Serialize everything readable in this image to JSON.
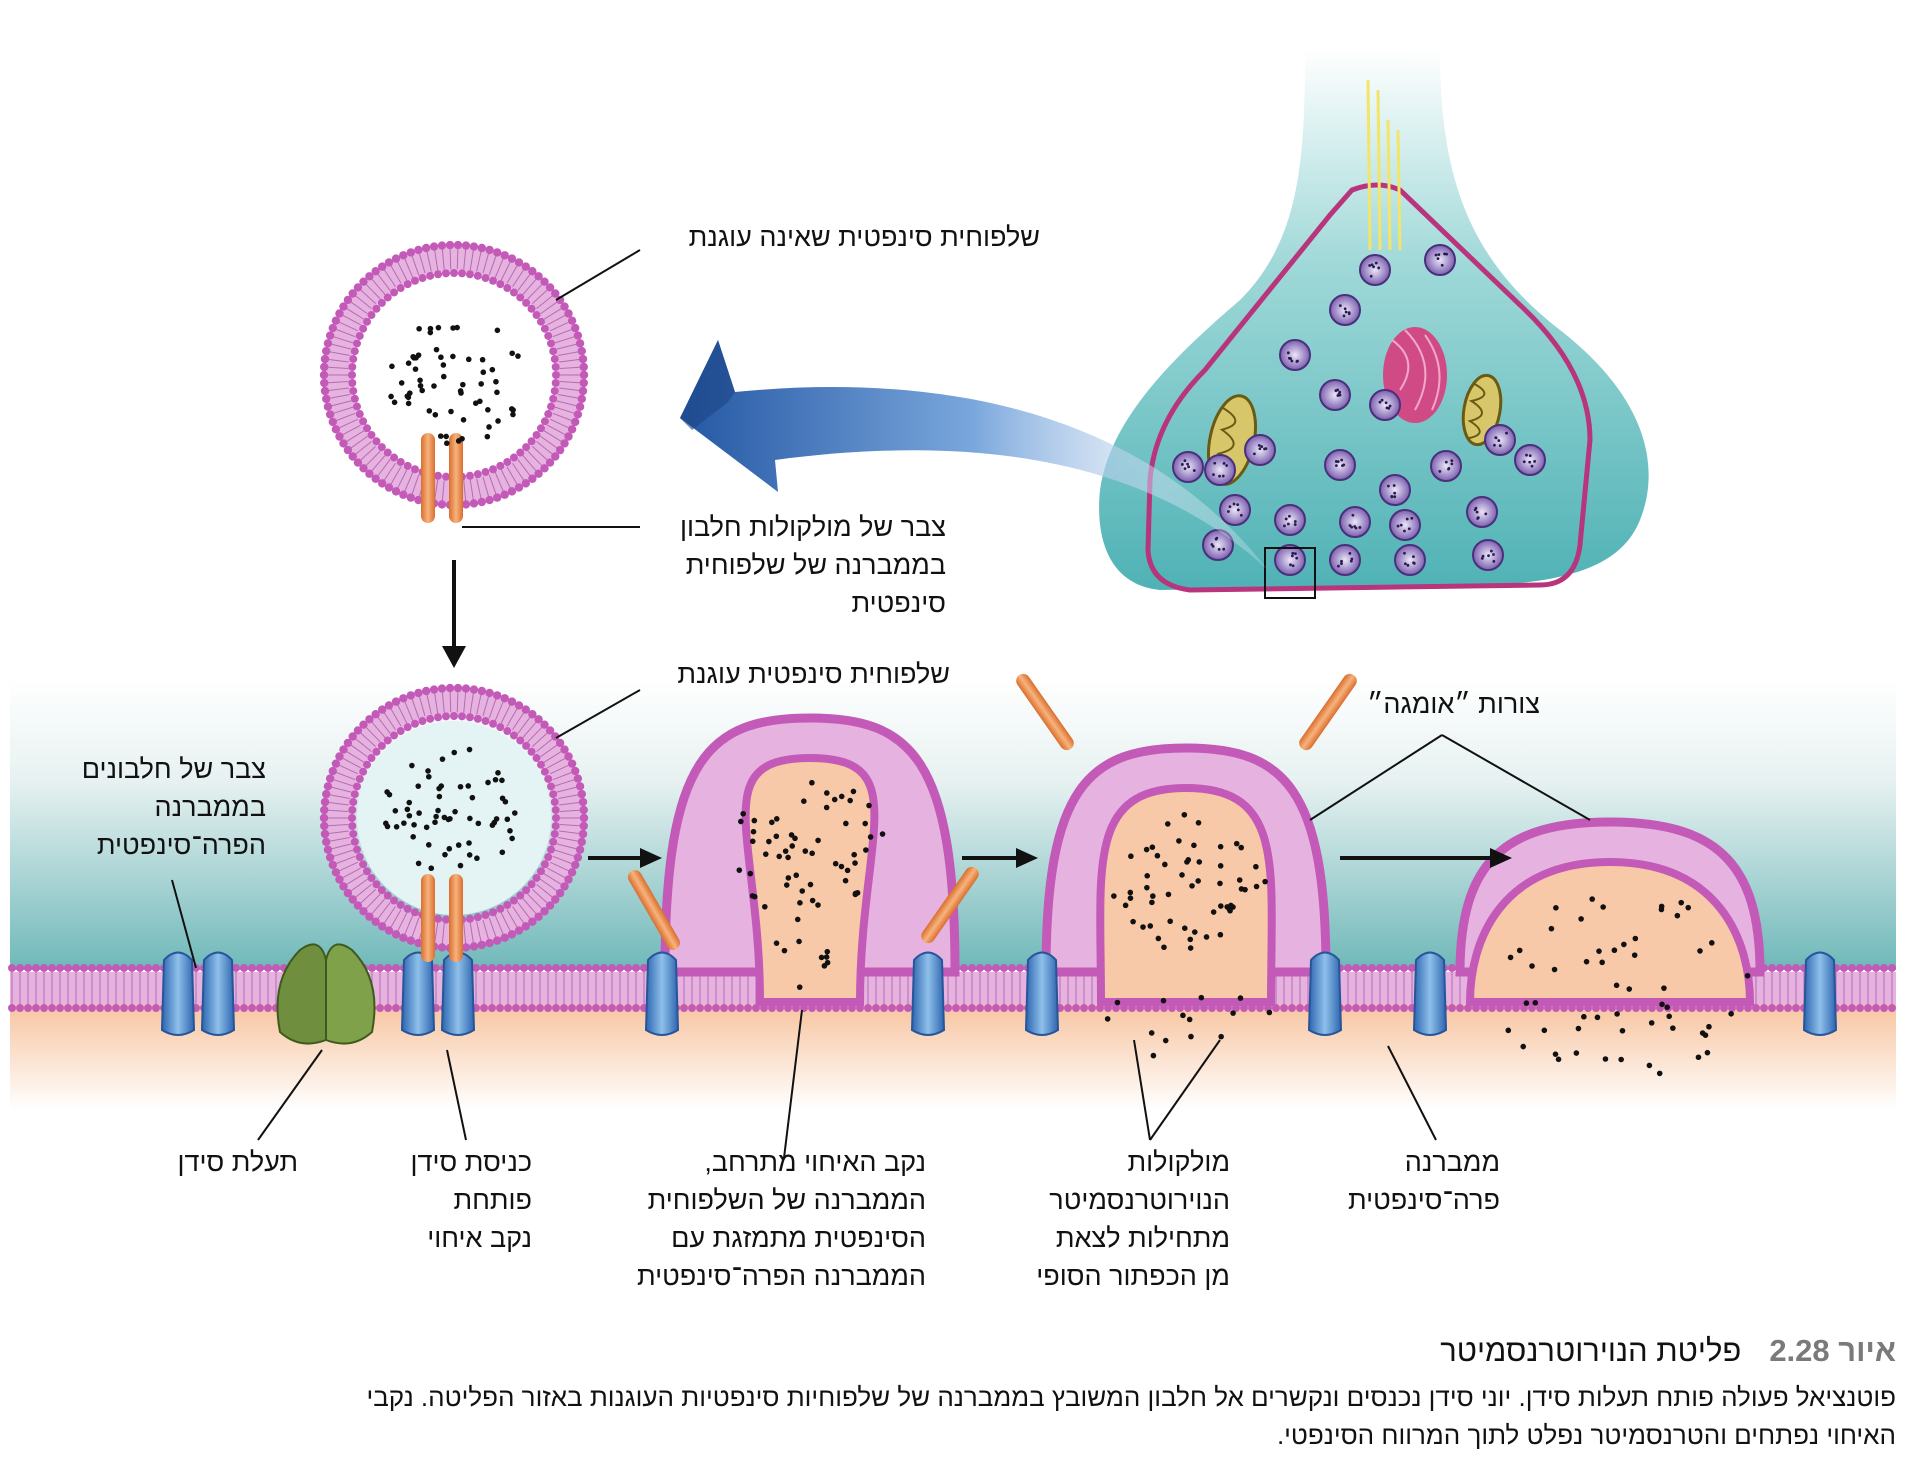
{
  "labels": {
    "nonfusing_vesicle": "שלפוחית סינפטית שאינה עוגנת",
    "protein_cluster": [
      "צבר של מולקולות חלבון",
      "בממברנה של שלפוחית",
      "סינפטית"
    ],
    "docked_vesicle": "שלפוחית סינפטית עוגנת",
    "membrane_proteins": [
      "צבר של חלבונים",
      "בממברנה",
      "הפרה־סינפטית"
    ],
    "omega_shapes": "צורות ״אומגה״",
    "calcium_channel": "תעלת סידן",
    "calcium_entry": [
      "כניסת סידן",
      "פותחת",
      "נקב איחוי"
    ],
    "pore_expands": [
      "נקב האיחוי מתרחב,",
      "הממברנה של השלפוחית",
      "הסינפטית מתמזגת עם",
      "הממברנה הפרה־סינפטית"
    ],
    "nt_molecules": [
      "מולקולות",
      "הנוירוטרנסמיטר",
      "מתחילות לצאת",
      "מן הכפתור הסופי"
    ],
    "presynaptic_membrane": [
      "ממברנה",
      "פרה־סינפטית"
    ]
  },
  "caption": {
    "figure_number": "איור 2.28",
    "title": "פליטת הנוירוטרנסמיטר",
    "body": [
      "פוטנציאל פעולה פותח תעלות סידן. יוני סידן נכנסים ונקשרים אל חלבון המשובץ בממברנה של שלפוחיות סינפטיות העוגנות באזור הפליטה. נקבי",
      "האיחוי נפתחים והטרנסמיטר נפלט לתוך המרווח הסינפטי."
    ]
  },
  "colors": {
    "lipid_head": "#c45ab8",
    "lipid_tail": "#e6b3e0",
    "terminal": "#6fc4c6",
    "cleft": "#f8c9a8",
    "protein_orange": "#e8884a",
    "channel_blue": "#3f7fc9",
    "channel_green": "#6a8a3c",
    "arrow_blue": "#2f6bb5",
    "mitochondrion": "#d8c76a",
    "golgi": "#c8407a"
  }
}
